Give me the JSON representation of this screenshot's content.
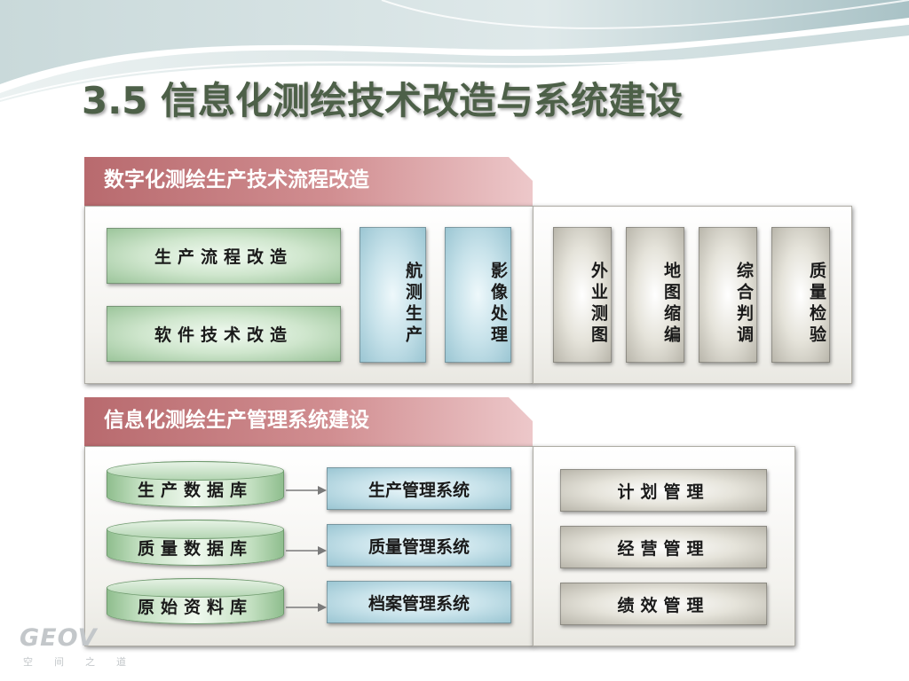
{
  "title": "3.5 信息化测绘技术改造与系统建设",
  "section1": {
    "tab": "数字化测绘生产技术流程改造",
    "left_boxes": [
      "生产流程改造",
      "软件技术改造"
    ],
    "blue_boxes": [
      "航测生产",
      "影像处理"
    ],
    "gray_boxes": [
      "外业测图",
      "地图缩编",
      "综合判调",
      "质量检验"
    ]
  },
  "section2": {
    "tab": "信息化测绘生产管理系统建设",
    "databases": [
      "生产数据库",
      "质量数据库",
      "原始资料库"
    ],
    "systems": [
      "生产管理系统",
      "质量管理系统",
      "档案管理系统"
    ],
    "management": [
      "计划管理",
      "经营管理",
      "绩效管理"
    ]
  },
  "logo": {
    "text": "GEOV",
    "sub": "空间之道"
  },
  "colors": {
    "title": "#4d6048",
    "tab": "#c57d80",
    "green_box": "#cfe6cd",
    "blue_box": "#c7e2ea",
    "gray_box": "#e5e3da"
  }
}
